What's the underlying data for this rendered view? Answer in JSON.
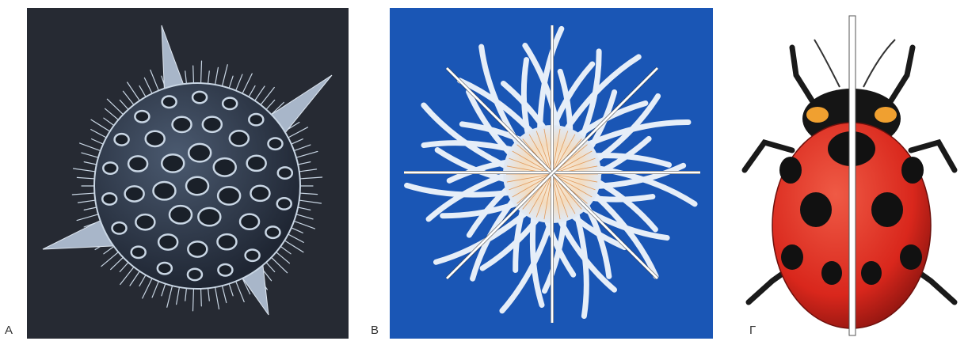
{
  "panels": [
    {
      "label": "А",
      "subject": "radiolarian-skeleton",
      "background": "#262a33"
    },
    {
      "label": "В",
      "subject": "sea-anemone-radial-symmetry",
      "background": "#1a56b5"
    },
    {
      "label": "Г",
      "subject": "ladybug-bilateral-symmetry",
      "background": "#ffffff"
    }
  ],
  "colors": {
    "radiolarian": "#c9d6e4",
    "anemone_tentacle": "#e6eef8",
    "anemone_center": "#f6e6d0",
    "ladybug_shell": "#d9271c",
    "ladybug_spots": "#111111",
    "symmetry_axis": "#ffffff"
  }
}
